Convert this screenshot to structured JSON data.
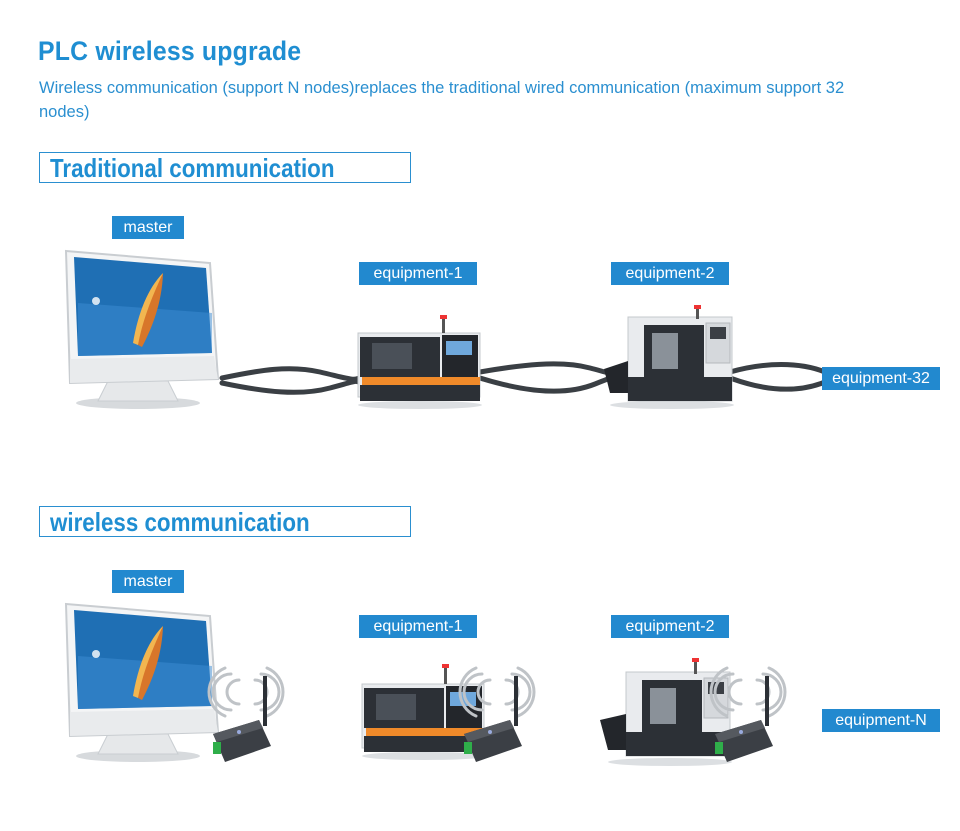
{
  "header": {
    "title": "PLC wireless upgrade",
    "subtitle": "Wireless communication (support N nodes)replaces the traditional wired communication (maximum support 32 nodes)"
  },
  "traditional": {
    "heading": "Traditional communication",
    "labels": {
      "master": "master",
      "equipment1": "equipment-1",
      "equipment2": "equipment-2",
      "equipment_last": "equipment-32"
    }
  },
  "wireless": {
    "heading": "wireless communication",
    "labels": {
      "master": "master",
      "equipment1": "equipment-1",
      "equipment2": "equipment-2",
      "equipment_last": "equipment-N"
    }
  },
  "colors": {
    "accent": "#1f8ed2",
    "tag_bg": "#2289cf",
    "cable": "#3a3f44",
    "machine_dark": "#2c3036",
    "machine_light": "#e9ebee",
    "screen_blue": "#1f6fb4",
    "module_dark": "#3b3f45",
    "module_green": "#2fae4a"
  },
  "icons": [
    "computer-monitor-icon",
    "cnc-lathe-icon",
    "cnc-milling-machine-icon",
    "wireless-module-icon",
    "wifi-signal-icon",
    "cable-icon"
  ]
}
